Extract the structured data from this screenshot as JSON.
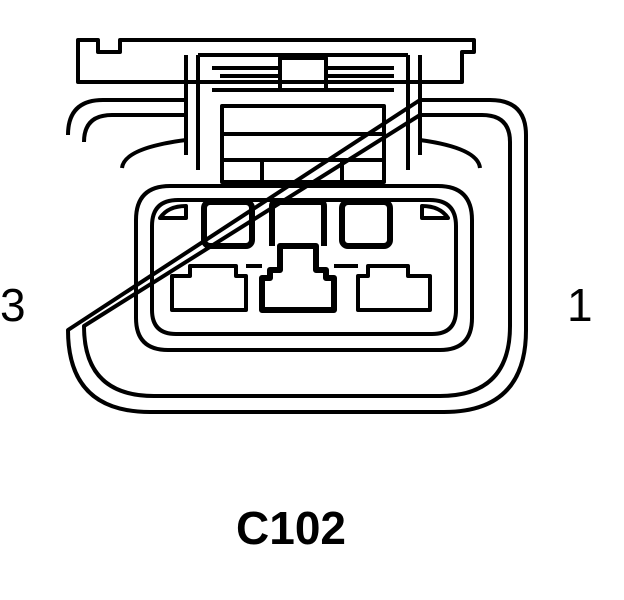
{
  "diagram": {
    "connector_id": "C102",
    "pin_label_left": "3",
    "pin_label_right": "1",
    "line_color": "#000000",
    "background_color": "#ffffff"
  }
}
